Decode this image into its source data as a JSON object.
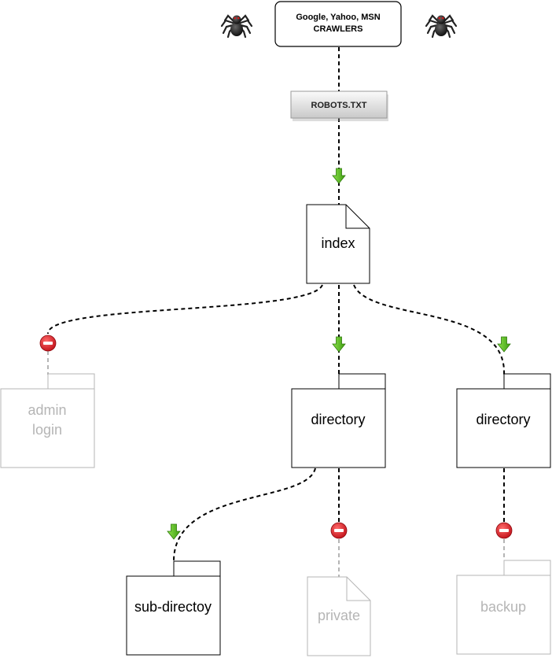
{
  "crawlers": {
    "line1": "Google, Yahoo, MSN",
    "line2": "CRAWLERS"
  },
  "robots": {
    "label": "ROBOTS.TXT"
  },
  "nodes": {
    "index": {
      "label": "index"
    },
    "admin": {
      "line1": "admin",
      "line2": "login",
      "status": "blocked"
    },
    "directory_center": {
      "label": "directory",
      "status": "allowed"
    },
    "directory_right": {
      "label": "directory",
      "status": "allowed"
    },
    "sub_directory": {
      "label": "sub-directoy",
      "status": "allowed"
    },
    "private": {
      "label": "private",
      "status": "blocked"
    },
    "backup": {
      "label": "backup",
      "status": "blocked"
    }
  },
  "icons": [
    "spider-icon",
    "down-arrow-icon",
    "no-entry-icon",
    "document-icon",
    "folder-icon"
  ],
  "colors": {
    "allowed": "#4cb91e",
    "blocked": "#d8222a",
    "faded": "#b5b5b5",
    "spider_eye": "#c81e1e"
  }
}
